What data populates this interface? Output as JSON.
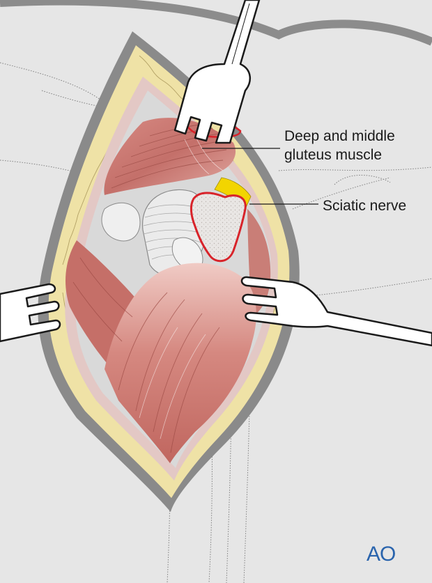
{
  "labels": {
    "gluteus_line1": "Deep and middle",
    "gluteus_line2": "gluteus muscle",
    "sciatic": "Sciatic nerve"
  },
  "logo": {
    "text": "AO"
  },
  "colors": {
    "background": "#e6e6e6",
    "skin_edge": "#808080",
    "fat": "#efe2a6",
    "muscle": "#c4736b",
    "muscle_light": "#ecc2bc",
    "bone_outline": "#d8232a",
    "nerve": "#f2d500",
    "retractor": "#ffffff",
    "logo": "#2a64ad"
  }
}
